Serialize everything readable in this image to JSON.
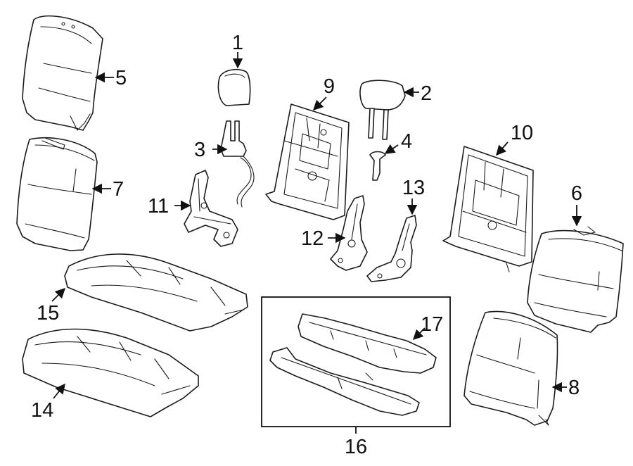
{
  "callouts": {
    "c1": "1",
    "c2": "2",
    "c3": "3",
    "c4": "4",
    "c5": "5",
    "c6": "6",
    "c7": "7",
    "c8": "8",
    "c9": "9",
    "c10": "10",
    "c11": "11",
    "c12": "12",
    "c13": "13",
    "c14": "14",
    "c15": "15",
    "c16": "16",
    "c17": "17"
  },
  "colors": {
    "line": "#1a1a1a",
    "background": "#ffffff"
  }
}
